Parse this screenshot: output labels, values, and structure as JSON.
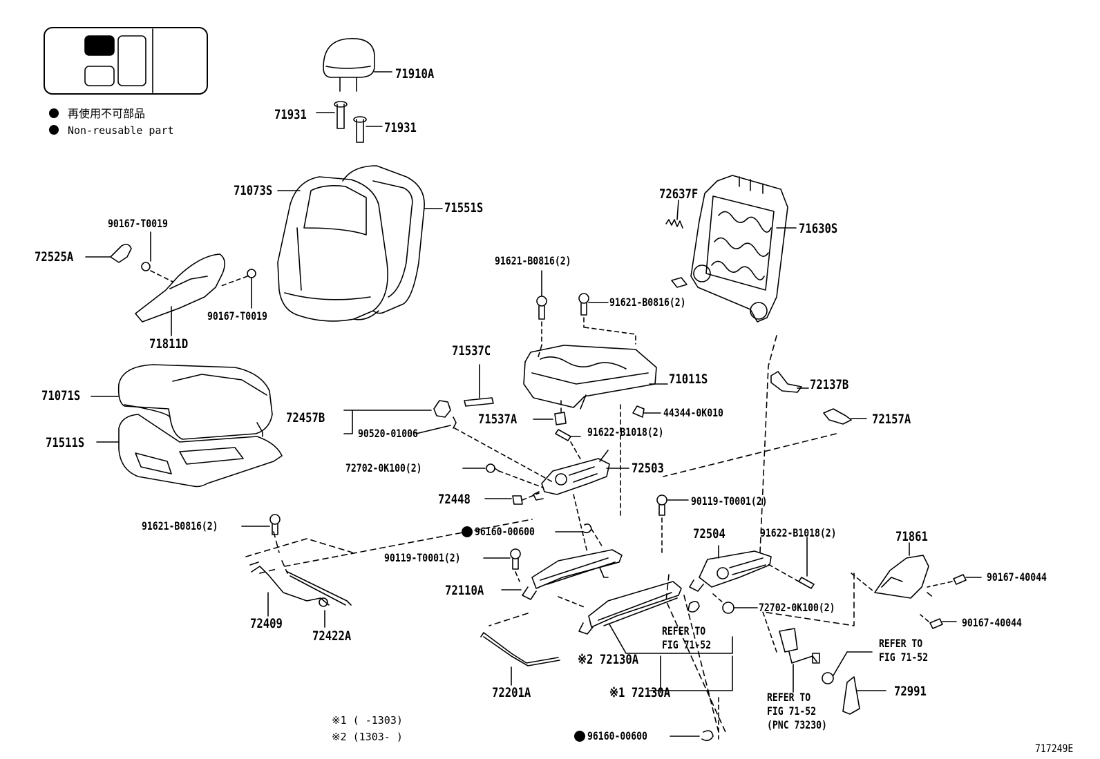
{
  "legend": {
    "jp": "再使用不可部品",
    "en": "Non-reusable part"
  },
  "drawing_id": "717249E",
  "notes": [
    "※1 (      -1303)",
    "※2 (1303-      )"
  ],
  "labels": {
    "p71910A": "71910A",
    "p71931a": "71931",
    "p71931b": "71931",
    "p71073S": "71073S",
    "p71551S": "71551S",
    "p90167T0019a": "90167-T0019",
    "p72525A": "72525A",
    "p90167T0019b": "90167-T0019",
    "p71811D": "71811D",
    "p72637F": "72637F",
    "p71630S": "71630S",
    "p91621B0816a": "91621-B0816(2)",
    "p91621B0816b": "91621-B0816(2)",
    "p71537C": "71537C",
    "p71011S": "71011S",
    "p71071S": "71071S",
    "p72457B": "72457B",
    "p90520": "90520-01006",
    "p71537A": "71537A",
    "p44344": "44344-0K010",
    "p72137B": "72137B",
    "p72157A": "72157A",
    "p71511S": "71511S",
    "p91622B1018a": "91622-B1018(2)",
    "p72702a": "72702-0K100(2)",
    "p72503": "72503",
    "p72448": "72448",
    "p90119a": "90119-T0001(2)",
    "p91621B0816c": "91621-B0816(2)",
    "p96160a": "96160-00600",
    "p72504": "72504",
    "p91622B1018b": "91622-B1018(2)",
    "p71861": "71861",
    "p90119b": "90119-T0001(2)",
    "p72110A": "72110A",
    "p90167_40044a": "90167-40044",
    "p72702b": "72702-0K100(2)",
    "p90167_40044b": "90167-40044",
    "p72409": "72409",
    "p72422A": "72422A",
    "pRefer1a": "REFER TO",
    "pRefer1b": "FIG 71-52",
    "pRefer2a": "REFER TO",
    "pRefer2b": "FIG 71-52",
    "p72130A_2": "※2 72130A",
    "p72201A": "72201A",
    "p72130A_1": "※1 72130A",
    "p72991": "72991",
    "pRefer3a": "REFER TO",
    "pRefer3b": "FIG 71-52",
    "pRefer3c": "(PNC 73230)",
    "p96160b": "96160-00600"
  }
}
